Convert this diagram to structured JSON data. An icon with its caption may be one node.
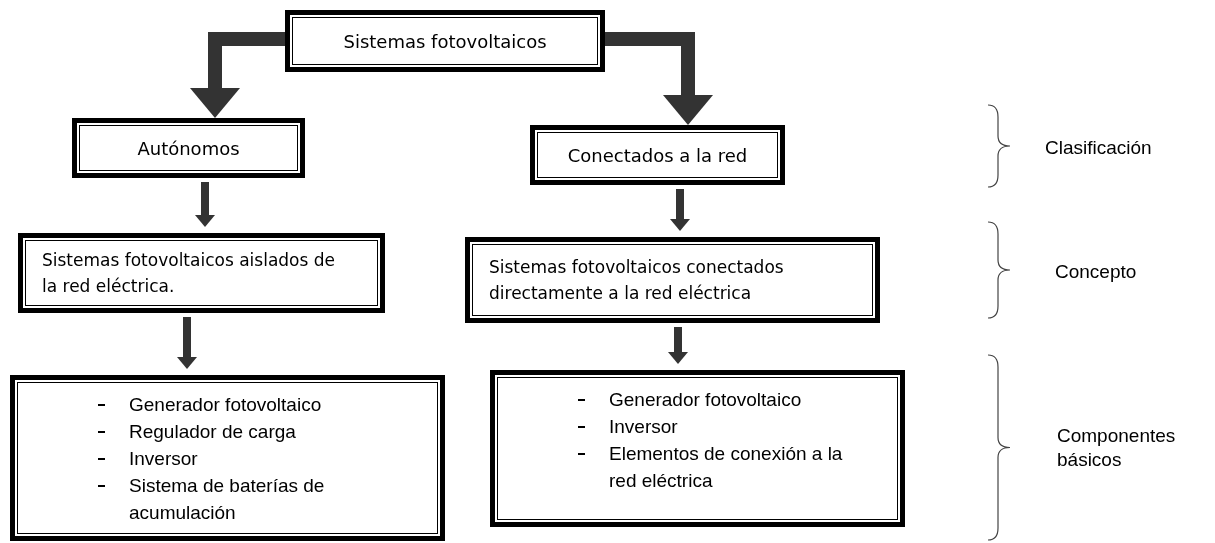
{
  "diagram": {
    "nodes": [
      {
        "text": [
          "Sistemas fotovoltaicos"
        ]
      },
      {
        "text": [
          "Autónomos"
        ]
      },
      {
        "text": [
          "Conectados a la red"
        ]
      },
      {
        "text": [
          "Sistemas fotovoltaicos aislados de la red eléctrica."
        ]
      },
      {
        "text": [
          "Sistemas fotovoltaicos conectados directamente a la red eléctrica"
        ]
      },
      {
        "text": [
          "Generador fotovoltaico",
          "Regulador de carga",
          "Inversor",
          "Sistema de baterías de acumulación"
        ]
      },
      {
        "text": [
          "Generador fotovoltaico",
          "Inversor",
          "Elementos de conexión a la red eléctrica"
        ]
      }
    ],
    "edges": [
      {
        "from": 0,
        "to": 1,
        "arrow": "to"
      },
      {
        "from": 0,
        "to": 2,
        "arrow": "to"
      },
      {
        "from": 1,
        "to": 3,
        "arrow": "to"
      },
      {
        "from": 2,
        "to": 4,
        "arrow": "to"
      },
      {
        "from": 3,
        "to": 5,
        "arrow": "to"
      },
      {
        "from": 4,
        "to": 6,
        "arrow": "to"
      }
    ],
    "labels": [
      "Clasificación",
      "Concepto",
      "Componentes básicos"
    ]
  }
}
